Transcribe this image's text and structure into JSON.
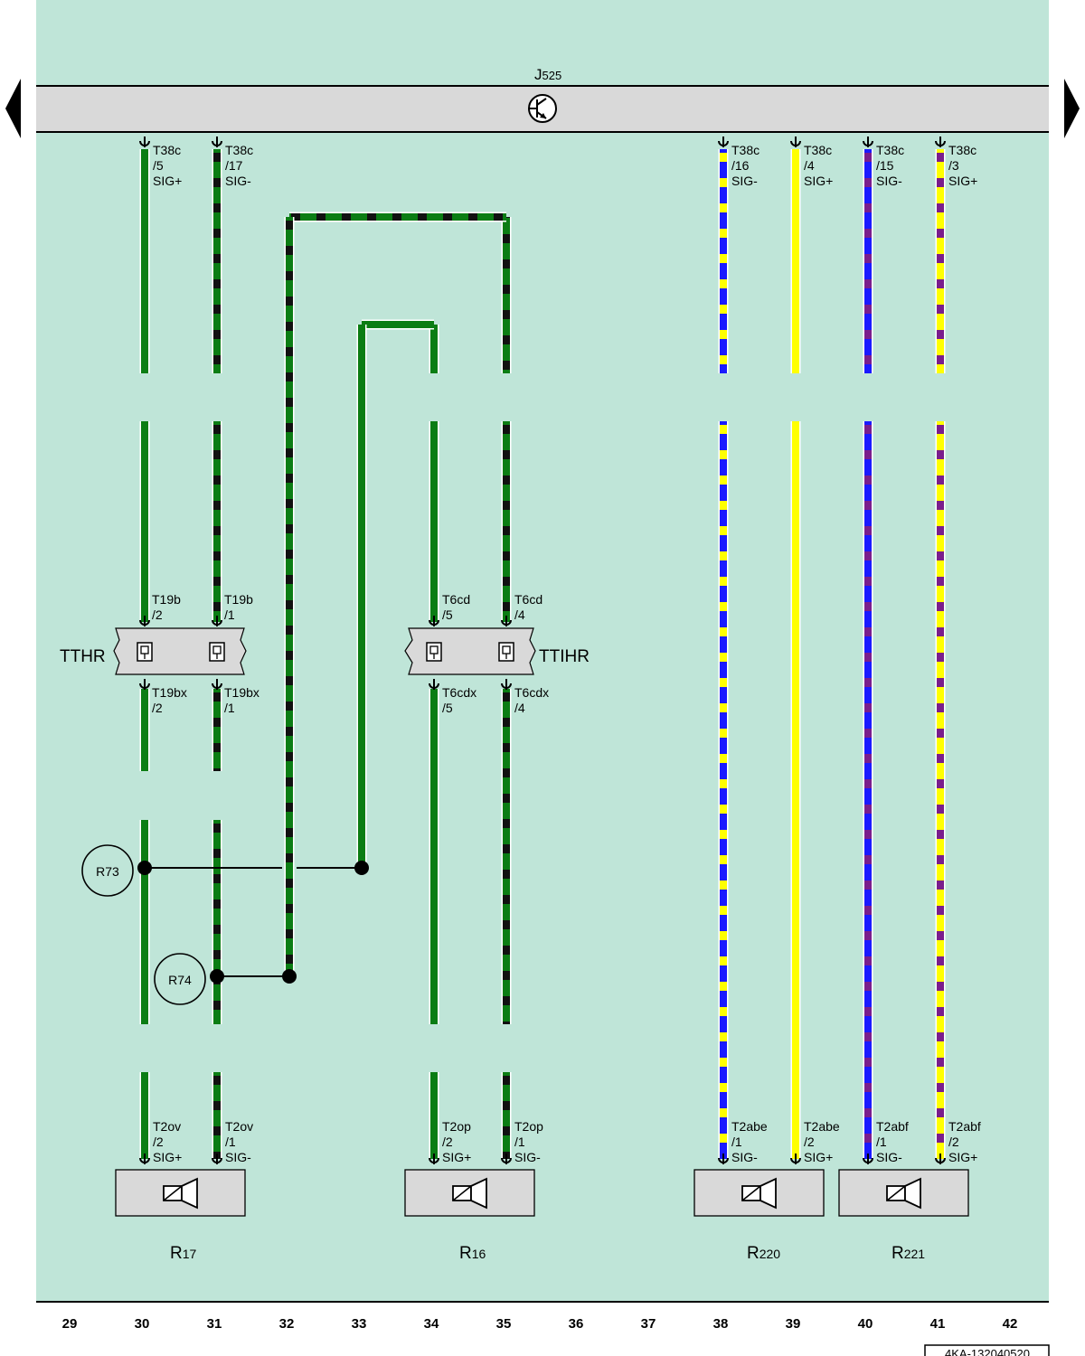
{
  "control_unit": {
    "main": "J",
    "sub": "525"
  },
  "nav": {
    "prev_icon": "triangle-left-icon",
    "next_icon": "triangle-right-icon"
  },
  "colors": {
    "background": "#bfe5d8",
    "green": "#0b7d14",
    "black": "#111111",
    "blue": "#1a1aff",
    "yellow": "#ffff00",
    "violet": "#7a1e8c",
    "box_fill": "#d9d9d9"
  },
  "top_pins": [
    {
      "l1": "T38c",
      "l2": "/5",
      "l3": "SIG+"
    },
    {
      "l1": "T38c",
      "l2": "/17",
      "l3": "SIG-"
    },
    {
      "l1": "T38c",
      "l2": "/16",
      "l3": "SIG-"
    },
    {
      "l1": "T38c",
      "l2": "/4",
      "l3": "SIG+"
    },
    {
      "l1": "T38c",
      "l2": "/15",
      "l3": "SIG-"
    },
    {
      "l1": "T38c",
      "l2": "/3",
      "l3": "SIG+"
    }
  ],
  "connectors": {
    "tthr": {
      "name": "TTHR",
      "top": [
        {
          "l1": "T19b",
          "l2": "/2"
        },
        {
          "l1": "T19b",
          "l2": "/1"
        }
      ],
      "bottom": [
        {
          "l1": "T19bx",
          "l2": "/2"
        },
        {
          "l1": "T19bx",
          "l2": "/1"
        }
      ]
    },
    "ttihr": {
      "name": "TTIHR",
      "top": [
        {
          "l1": "T6cd",
          "l2": "/5"
        },
        {
          "l1": "T6cd",
          "l2": "/4"
        }
      ],
      "bottom": [
        {
          "l1": "T6cdx",
          "l2": "/5"
        },
        {
          "l1": "T6cdx",
          "l2": "/4"
        }
      ]
    }
  },
  "splices": {
    "r73": "R73",
    "r74": "R74"
  },
  "bottom_pins": [
    {
      "l1": "T2ov",
      "l2": "/2",
      "l3": "SIG+"
    },
    {
      "l1": "T2ov",
      "l2": "/1",
      "l3": "SIG-"
    },
    {
      "l1": "T2op",
      "l2": "/2",
      "l3": "SIG+"
    },
    {
      "l1": "T2op",
      "l2": "/1",
      "l3": "SIG-"
    },
    {
      "l1": "T2abe",
      "l2": "/1",
      "l3": "SIG-"
    },
    {
      "l1": "T2abe",
      "l2": "/2",
      "l3": "SIG+"
    },
    {
      "l1": "T2abf",
      "l2": "/1",
      "l3": "SIG-"
    },
    {
      "l1": "T2abf",
      "l2": "/2",
      "l3": "SIG+"
    }
  ],
  "speakers": [
    {
      "main": "R",
      "sub": "17"
    },
    {
      "main": "R",
      "sub": "16"
    },
    {
      "main": "R",
      "sub": "220"
    },
    {
      "main": "R",
      "sub": "221"
    }
  ],
  "grid_numbers": [
    "29",
    "30",
    "31",
    "32",
    "33",
    "34",
    "35",
    "36",
    "37",
    "38",
    "39",
    "40",
    "41",
    "42"
  ],
  "doc_id": "4KA-132040520"
}
